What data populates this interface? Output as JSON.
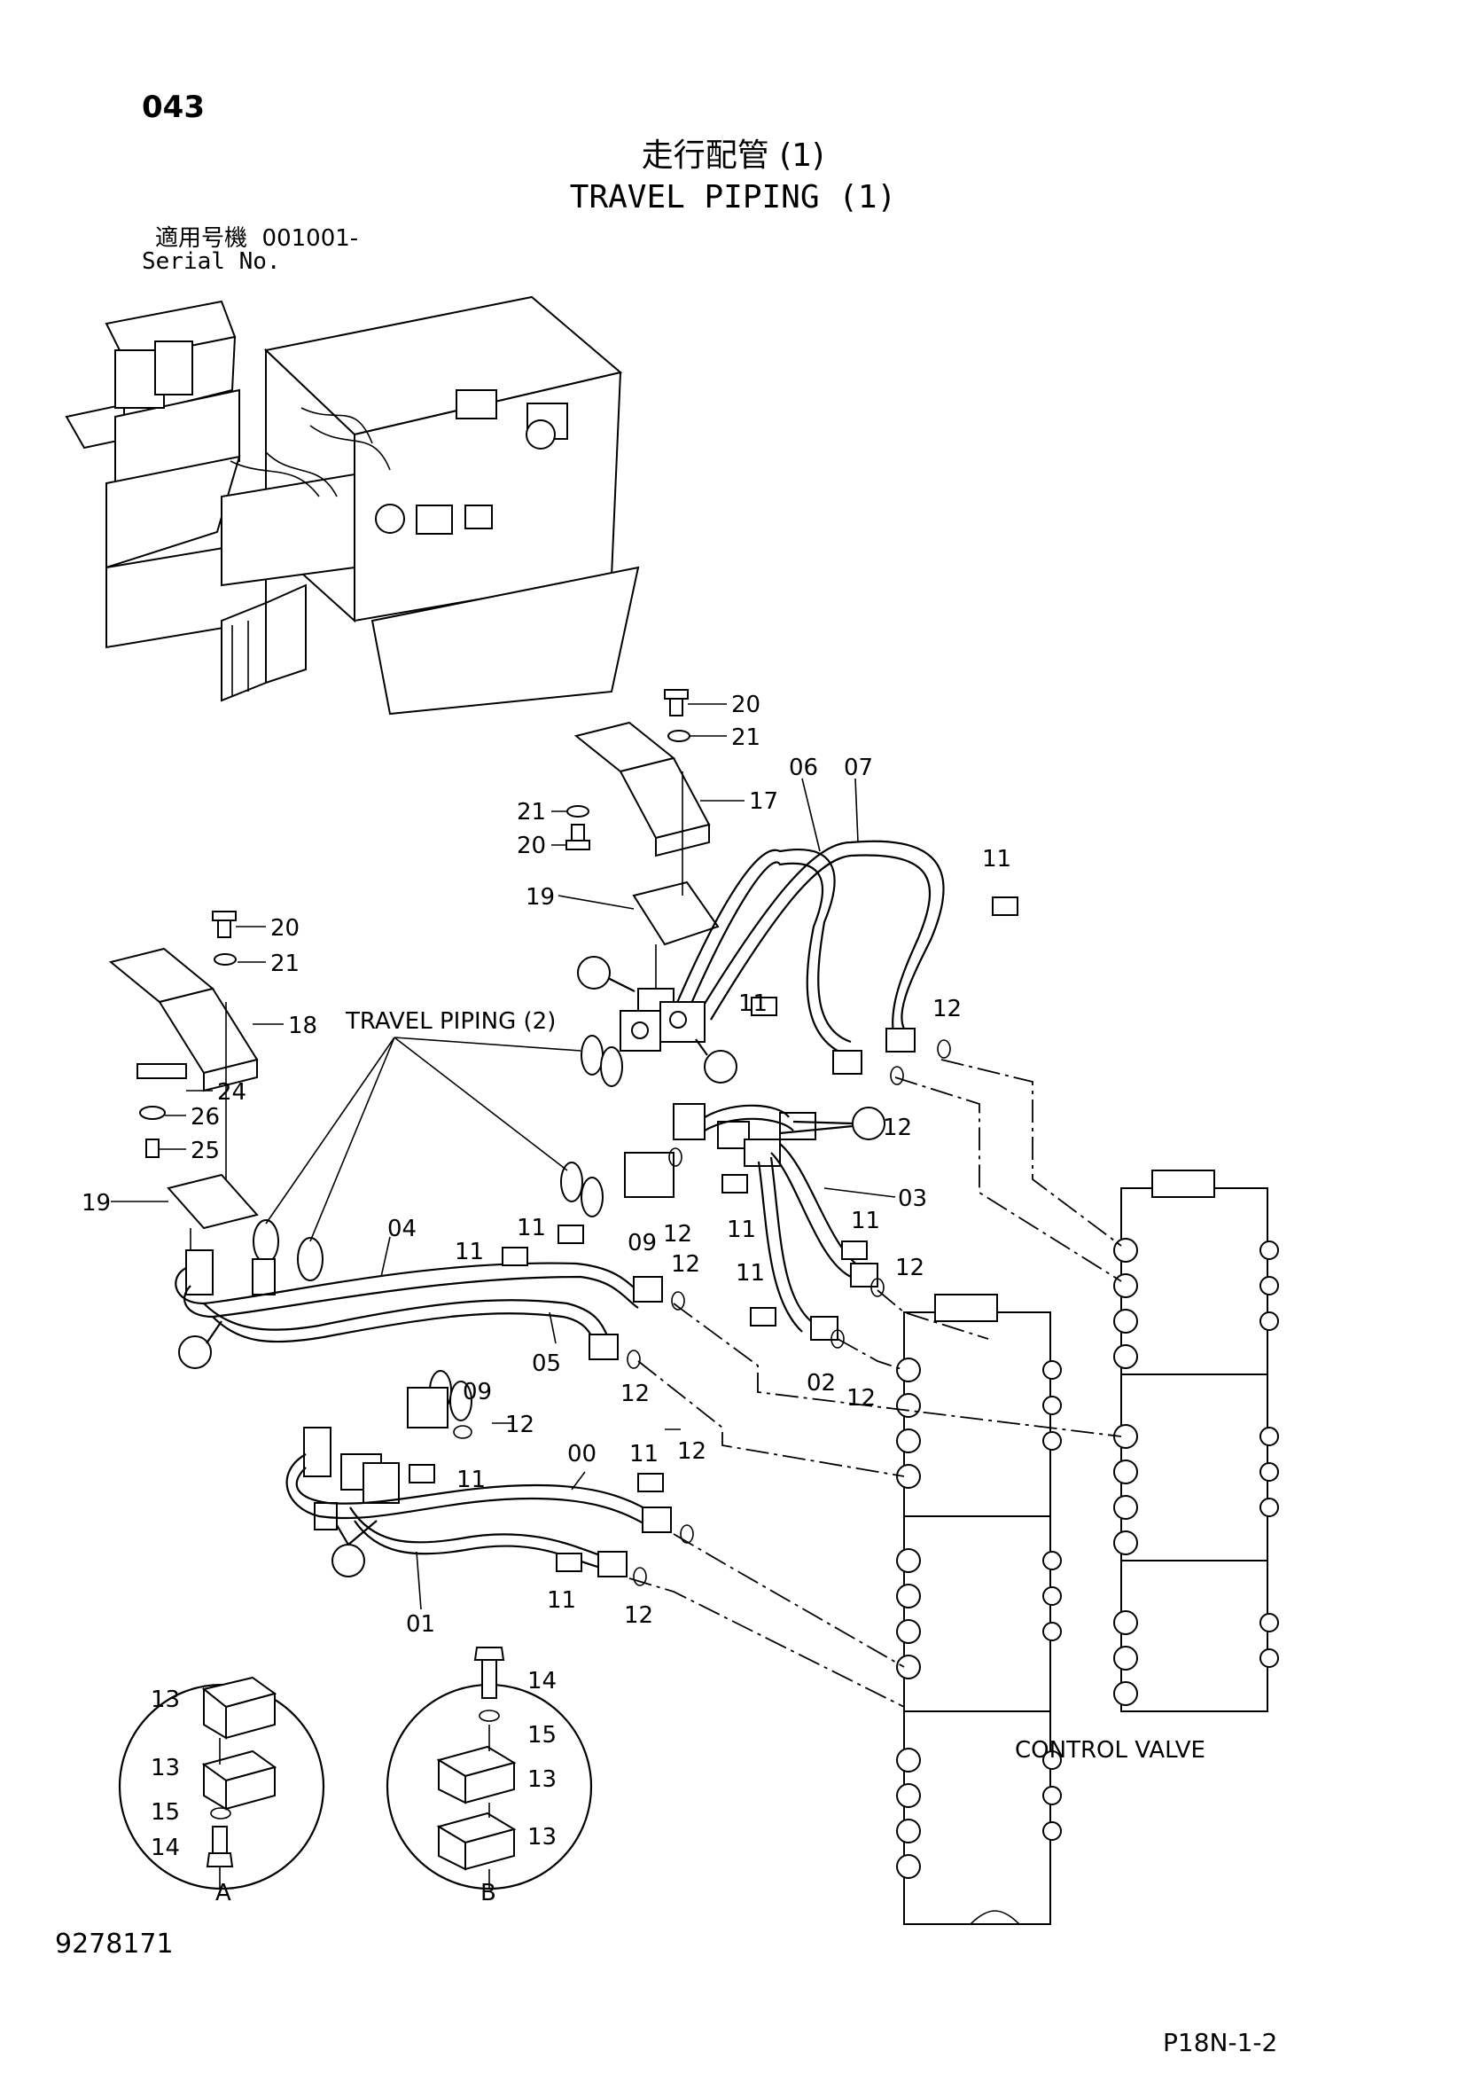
{
  "header": {
    "page_number": "043",
    "title_jp": "走行配管 (1)",
    "title_en": "TRAVEL PIPING (1)",
    "serial_label_jp": "適用号機  001001-",
    "serial_label_en": "Serial No."
  },
  "footer": {
    "document_number": "9278171",
    "sheet_reference": "P18N-1-2"
  },
  "callouts": {
    "travel_piping_2": "TRAVEL  PIPING (2)",
    "control_valve": "CONTROL  VALVE"
  },
  "detail_views": {
    "a_label": "A",
    "b_label": "B"
  },
  "part_labels": [
    {
      "id": "p20a",
      "text": "20"
    },
    {
      "id": "p21a",
      "text": "21"
    },
    {
      "id": "p21b",
      "text": "21"
    },
    {
      "id": "p20b",
      "text": "20"
    },
    {
      "id": "p17",
      "text": "17"
    },
    {
      "id": "p06",
      "text": "06"
    },
    {
      "id": "p07",
      "text": "07"
    },
    {
      "id": "p19a",
      "text": "19"
    },
    {
      "id": "p11a",
      "text": "11"
    },
    {
      "id": "p20c",
      "text": "20"
    },
    {
      "id": "p21c",
      "text": "21"
    },
    {
      "id": "p18",
      "text": "18"
    },
    {
      "id": "p24",
      "text": "24"
    },
    {
      "id": "p26",
      "text": "26"
    },
    {
      "id": "p25",
      "text": "25"
    },
    {
      "id": "p19b",
      "text": "19"
    },
    {
      "id": "p11b",
      "text": "11"
    },
    {
      "id": "p12a",
      "text": "12"
    },
    {
      "id": "p12b",
      "text": "12"
    },
    {
      "id": "p03",
      "text": "03"
    },
    {
      "id": "p09a",
      "text": "09"
    },
    {
      "id": "p12c",
      "text": "12"
    },
    {
      "id": "p11c",
      "text": "11"
    },
    {
      "id": "p11d",
      "text": "11"
    },
    {
      "id": "p04",
      "text": "04"
    },
    {
      "id": "p11e",
      "text": "11"
    },
    {
      "id": "p11f",
      "text": "11"
    },
    {
      "id": "p12d",
      "text": "12"
    },
    {
      "id": "p11g",
      "text": "11"
    },
    {
      "id": "p12e",
      "text": "12"
    },
    {
      "id": "p05",
      "text": "05"
    },
    {
      "id": "p12f",
      "text": "12"
    },
    {
      "id": "p02",
      "text": "02"
    },
    {
      "id": "p12g",
      "text": "12"
    },
    {
      "id": "p09b",
      "text": "09"
    },
    {
      "id": "p12h",
      "text": "12"
    },
    {
      "id": "p00",
      "text": "00"
    },
    {
      "id": "p11h",
      "text": "11"
    },
    {
      "id": "p12i",
      "text": "12"
    },
    {
      "id": "p11i",
      "text": "11"
    },
    {
      "id": "p11j",
      "text": "11"
    },
    {
      "id": "p12j",
      "text": "12"
    },
    {
      "id": "p01",
      "text": "01"
    },
    {
      "id": "p13a",
      "text": "13"
    },
    {
      "id": "p13b",
      "text": "13"
    },
    {
      "id": "p15a",
      "text": "15"
    },
    {
      "id": "p14a",
      "text": "14"
    },
    {
      "id": "p14b",
      "text": "14"
    },
    {
      "id": "p15b",
      "text": "15"
    },
    {
      "id": "p13c",
      "text": "13"
    },
    {
      "id": "p13d",
      "text": "13"
    }
  ]
}
